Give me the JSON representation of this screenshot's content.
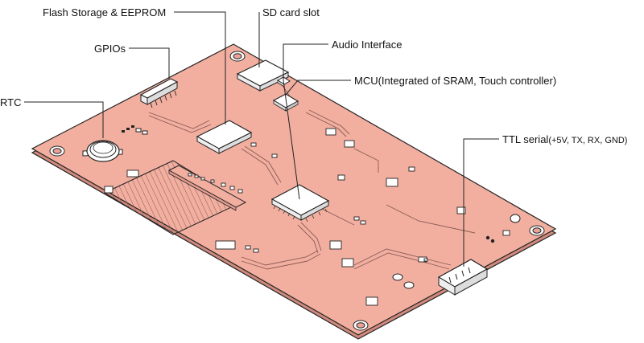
{
  "labels": {
    "flash": "Flash Storage & EEPROM",
    "sd": "SD card slot",
    "gpio": "GPIOs",
    "audio": "Audio Interface",
    "mcu": "MCU(Integrated of SRAM,  Touch controller)",
    "rtc": "RTC",
    "ttl_main": "TTL serial",
    "ttl_detail": "(+5V, TX, RX, GND)"
  },
  "colors": {
    "board": "#f2afa0",
    "board_edge": "#c97f72",
    "chip": "#ffffff",
    "outline": "#222222",
    "trace": "#8a5b55"
  }
}
